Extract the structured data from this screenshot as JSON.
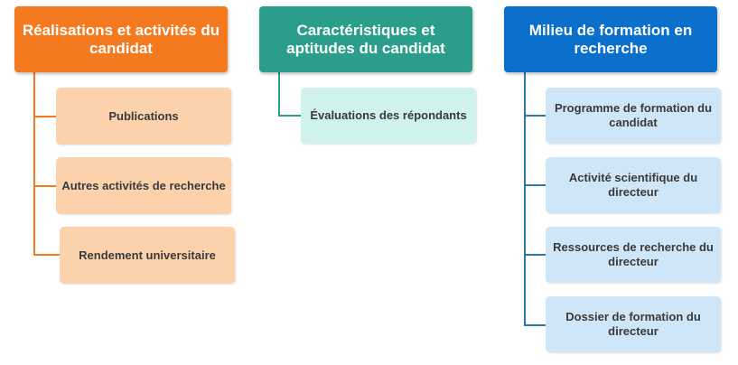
{
  "columns": [
    {
      "title": "Réalisations et activités du candidat",
      "color": "#f57a1f",
      "child_color": "#fcd2ad",
      "items": [
        "Publications",
        "Autres activités de recherche",
        "Rendement universitaire"
      ]
    },
    {
      "title": "Caractéristiques et aptitudes du candidat",
      "color": "#2a9e8a",
      "child_color": "#cff2ee",
      "items": [
        "Évaluations des répondants"
      ]
    },
    {
      "title": "Milieu de formation en recherche",
      "color": "#0b6fcc",
      "child_color": "#cfe6f8",
      "items": [
        "Programme de formation du candidat",
        "Activité scientifique du directeur",
        "Ressources de recherche du directeur",
        "Dossier de formation du directeur"
      ]
    }
  ]
}
